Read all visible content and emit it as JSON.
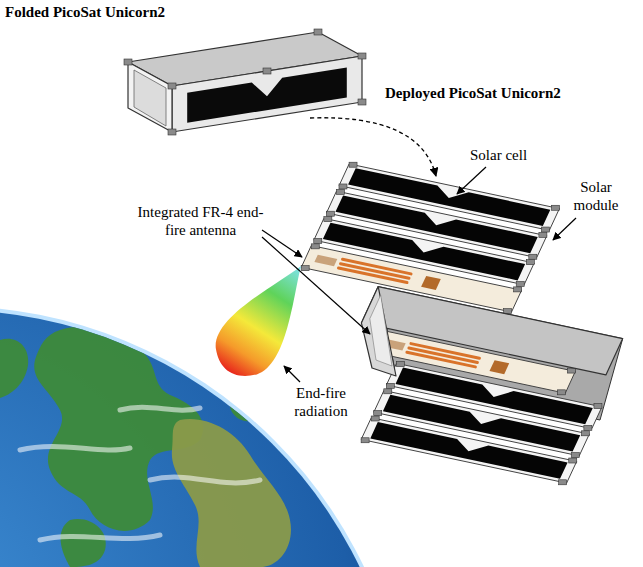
{
  "diagram": {
    "labels": [
      "Folded PicoSat Unicorn2",
      "Deployed PicoSat Unicorn2",
      "Solar cell",
      "Solar module",
      "Integrated FR-4 end-fire antenna",
      "End-fire radiation"
    ]
  }
}
